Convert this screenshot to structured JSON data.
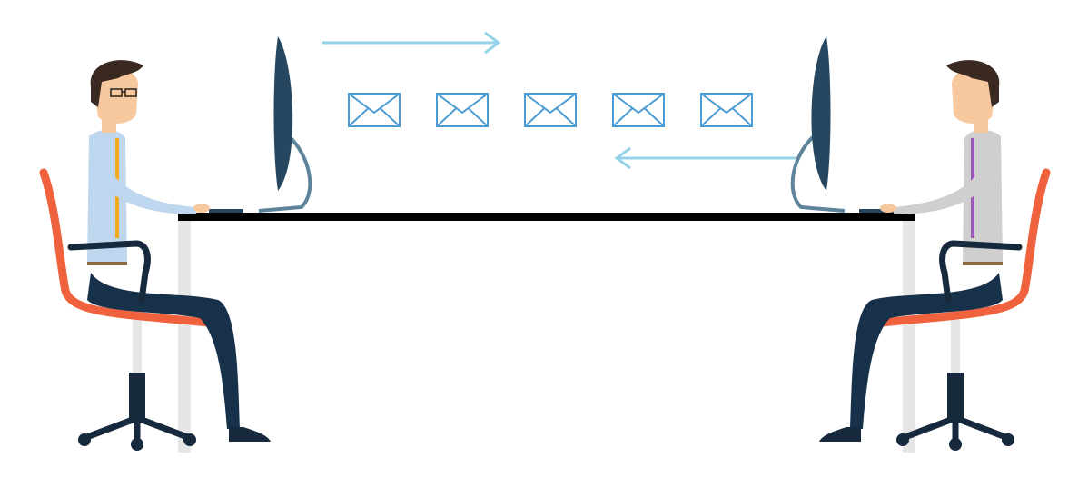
{
  "scene": {
    "description_items": [
      "left-person",
      "right-person",
      "desk",
      "left-monitor",
      "right-monitor",
      "arrow-right",
      "arrow-left",
      "envelopes"
    ],
    "envelope_count": 5
  },
  "colors": {
    "desk_top": "#000000",
    "desk_legs": "#e6e6e6",
    "monitor": "#26475f",
    "monitor_stand": "#5e849c",
    "arrow": "#94d3e8",
    "envelope": "#4b9bd4",
    "chair_frame": "#f0613d",
    "chair_arm": "#16293d",
    "chair_base": "#16293d",
    "chair_post": "#e6e6e6",
    "pants": "#17314a",
    "hair": "#3a2a22",
    "skin": "#f7c79d",
    "shirt_left": "#bfd6ef",
    "shirt_right": "#cfcfcf",
    "tie_left": "#f2a81f",
    "tie_right": "#9b59b6",
    "belt": "#8a6a3e",
    "shoes": "#16293d"
  }
}
